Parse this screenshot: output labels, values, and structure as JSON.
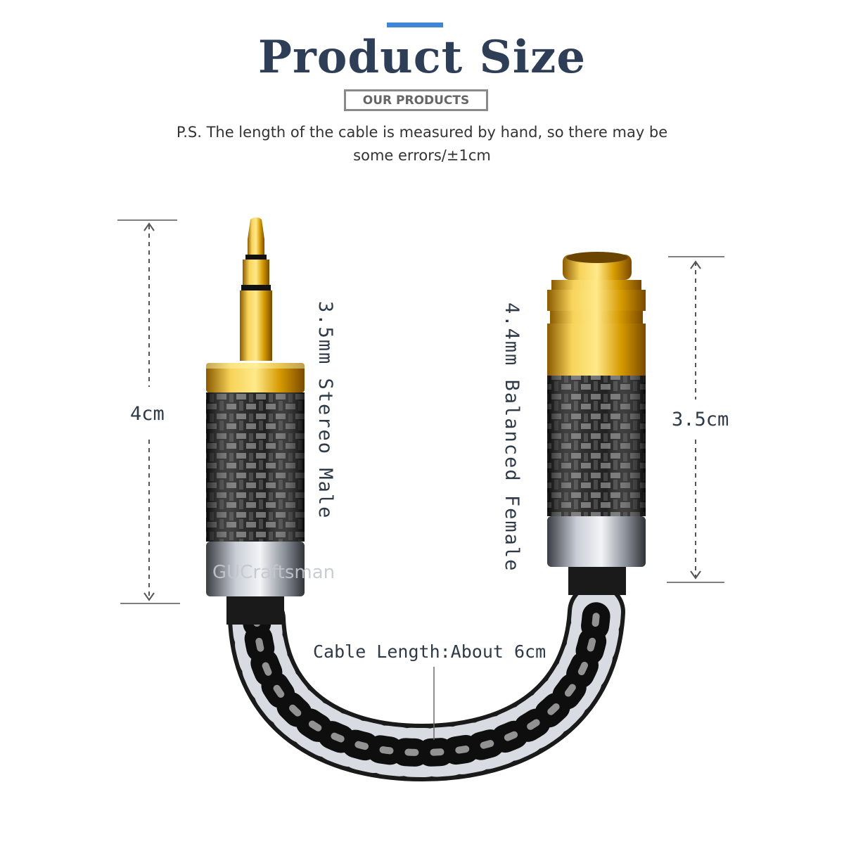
{
  "header": {
    "title": "Product Size",
    "subtitle": "OUR PRODUCTS",
    "note_line1": "P.S. The length of the cable is measured by hand, so there may be",
    "note_line2": "some errors/±1cm"
  },
  "labels": {
    "male_connector": "3.5mm Stereo Male",
    "female_connector": "4.4mm Balanced Female",
    "cable_length": "Cable Length:About 6cm",
    "left_dimension": "4cm",
    "right_dimension": "3.5cm",
    "brand_engraving": "GUCraftsman"
  },
  "colors": {
    "title": "#2e3e57",
    "accent": "#3f86d8",
    "gold": "#d9a300",
    "carbon": "#1c1c1c",
    "chrome": "#9aa0a8"
  }
}
